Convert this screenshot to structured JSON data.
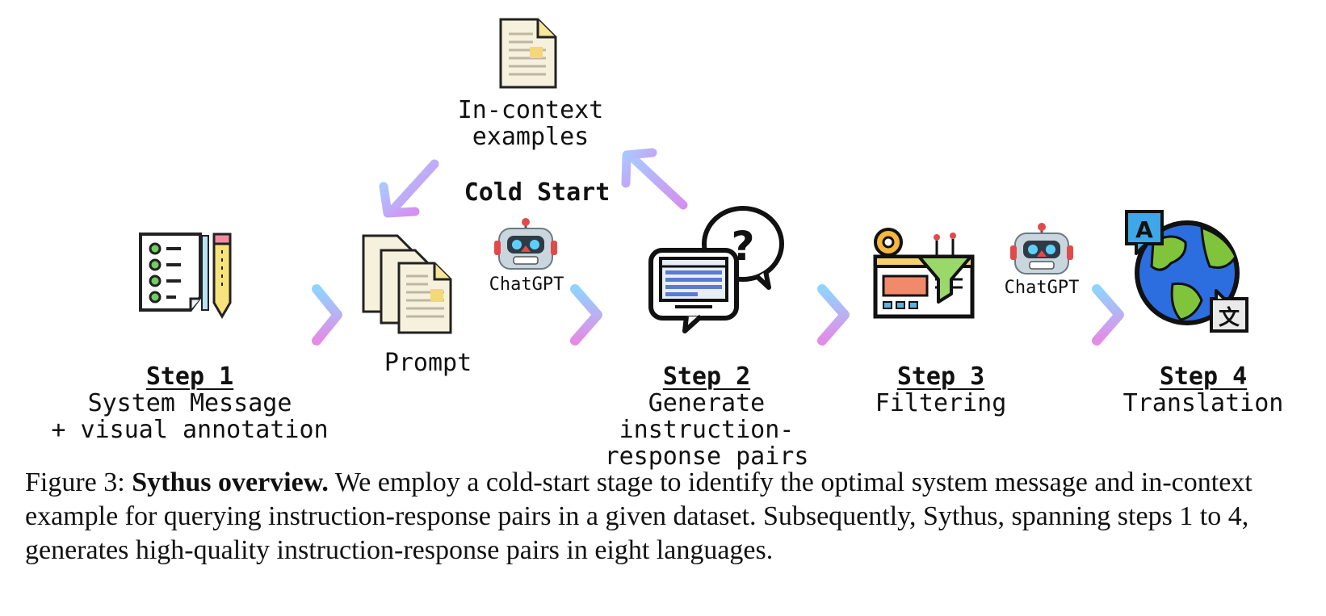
{
  "diagram": {
    "cold_start_label": "Cold Start",
    "in_context_label": "In-context\nexamples",
    "prompt_label": "Prompt",
    "chatgpt_label_1": "ChatGPT",
    "chatgpt_label_2": "ChatGPT",
    "steps": [
      {
        "title": "Step 1",
        "desc": "System Message\n+ visual annotation",
        "icon": "checklist-pencil-icon"
      },
      {
        "title": "Step 2",
        "desc": "Generate\ninstruction-\nresponse pairs",
        "icon": "chat-question-icon"
      },
      {
        "title": "Step 3",
        "desc": "Filtering",
        "icon": "funnel-filter-icon"
      },
      {
        "title": "Step 4",
        "desc": "Translation",
        "icon": "globe-translation-icon"
      }
    ],
    "icons": [
      "document-icon",
      "documents-stack-icon",
      "robot-icon",
      "arrow-icon"
    ],
    "colors": {
      "arrow_start": "#b8b4ff",
      "arrow_mid": "#c9a8f4",
      "arrow_end": "#e58be6",
      "arrow_tip_top": "#8fd4ff"
    }
  },
  "caption": {
    "prefix": "Figure 3: ",
    "bold": "Sythus overview.",
    "text": " We employ a cold-start stage to identify the optimal system message and in-context example for querying instruction-response pairs in a given dataset. Subsequently, Sythus, spanning steps 1 to 4, generates high-quality instruction-response pairs in eight languages."
  }
}
